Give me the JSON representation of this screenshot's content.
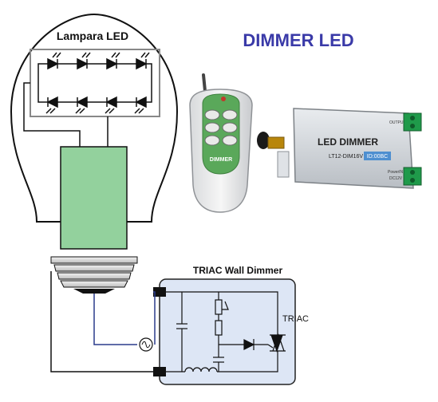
{
  "title": "DIMMER LED",
  "bulb": {
    "label": "Lampara LED"
  },
  "dimmer_box": {
    "label": "TRIAC Wall Dimmer",
    "triac_label": "TRIAC"
  },
  "remote": {
    "label": "DIMMER"
  },
  "controller": {
    "name": "LED DIMMER",
    "model": "LT12-DIM16V",
    "id": "ID:00BC",
    "output_label": "OUTPUT",
    "power_label": "PowerIN",
    "voltage_label": "DC12V"
  },
  "colors": {
    "title": "#3a3aa8",
    "board": "#93d19d",
    "dimmer_box_fill": "#dde6f5",
    "wire_blue": "#2a3c8c",
    "remote_green": "#5aa85a",
    "terminal_green": "#1f9a4a"
  }
}
